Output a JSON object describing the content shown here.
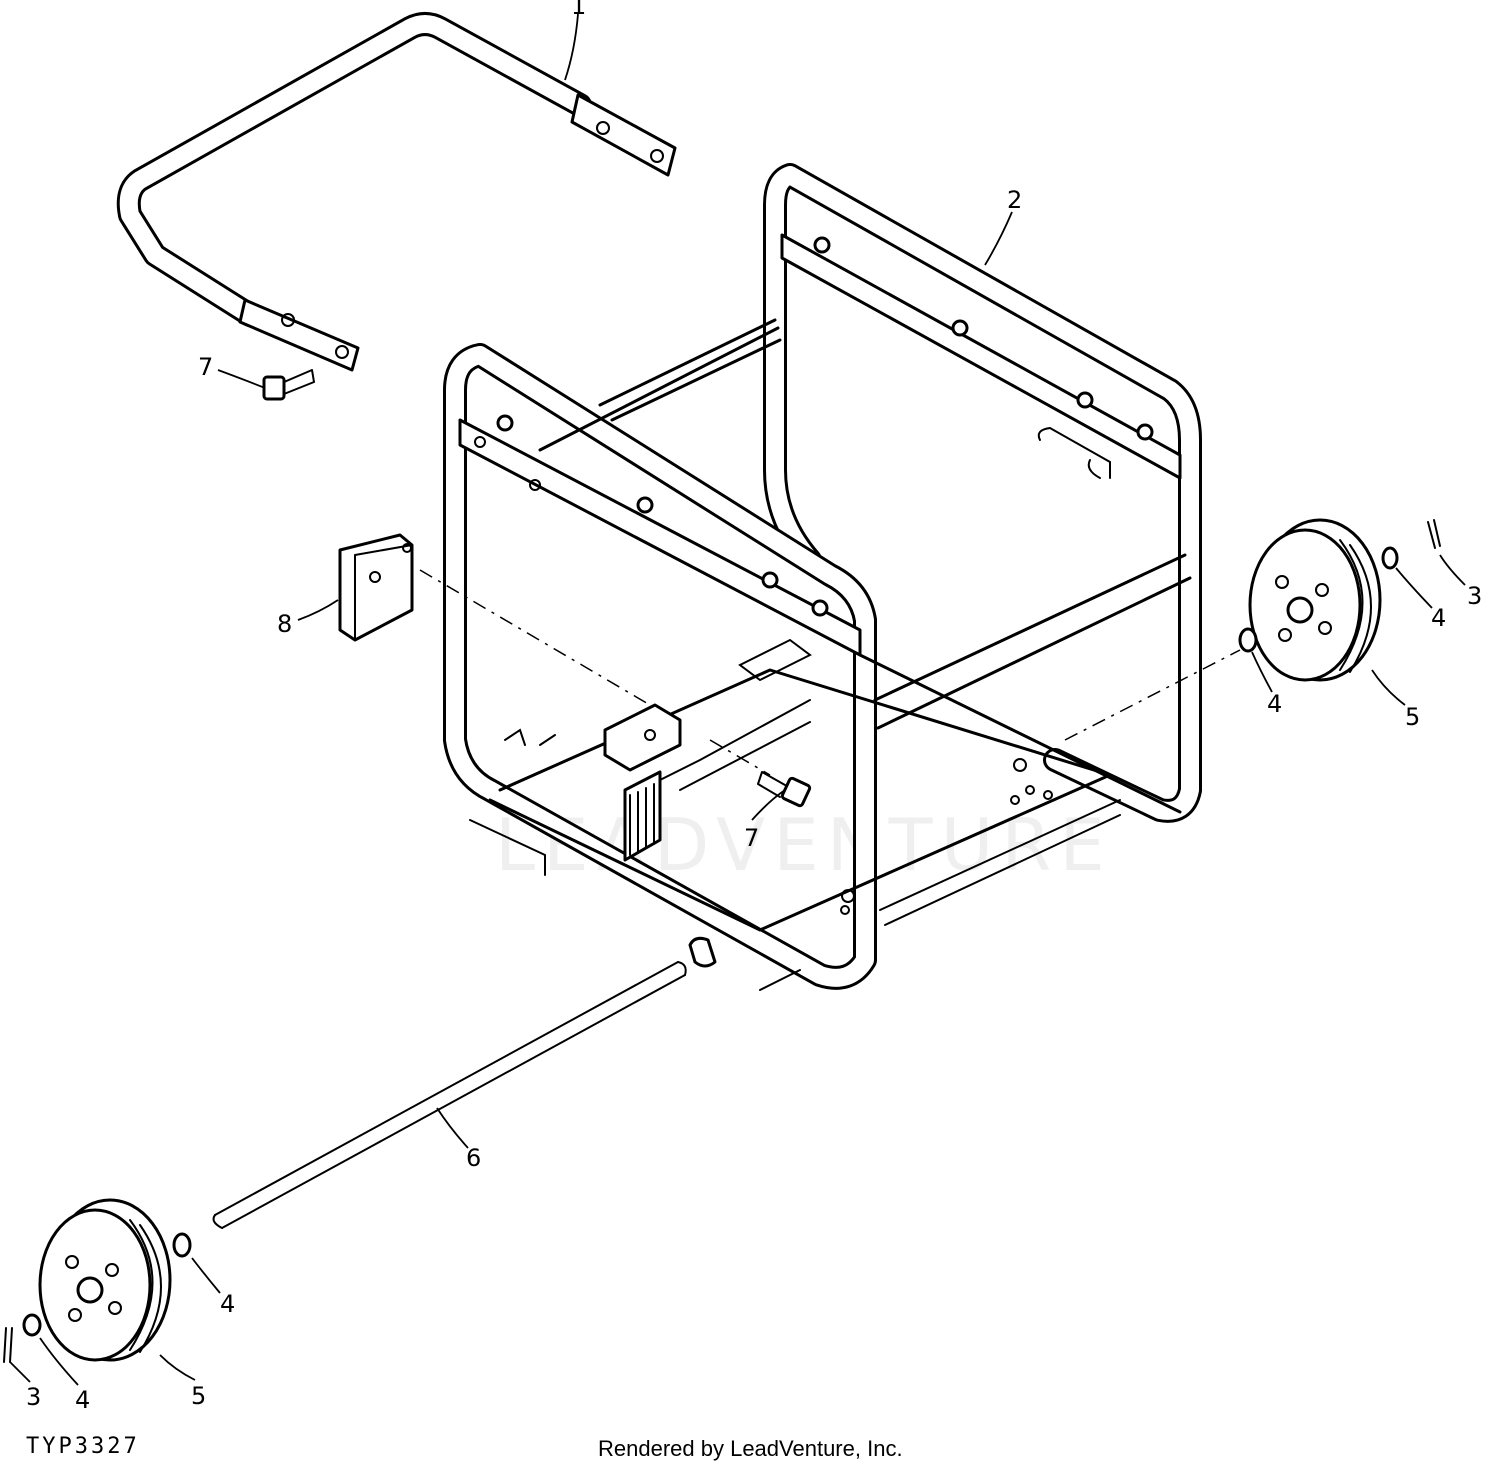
{
  "diagram": {
    "callouts": {
      "c1": "1",
      "c2": "2",
      "c3_right": "3",
      "c3_left": "3",
      "c4_right_outer": "4",
      "c4_right_inner": "4",
      "c4_left_inner": "4",
      "c4_left_outer": "4",
      "c5_right": "5",
      "c5_left": "5",
      "c6": "6",
      "c7_upper": "7",
      "c7_lower": "7",
      "c8": "8"
    },
    "watermark": "LEADVENTURE"
  },
  "footer": {
    "figure_id": "TYP3327",
    "credit": "Rendered by LeadVenture, Inc."
  }
}
